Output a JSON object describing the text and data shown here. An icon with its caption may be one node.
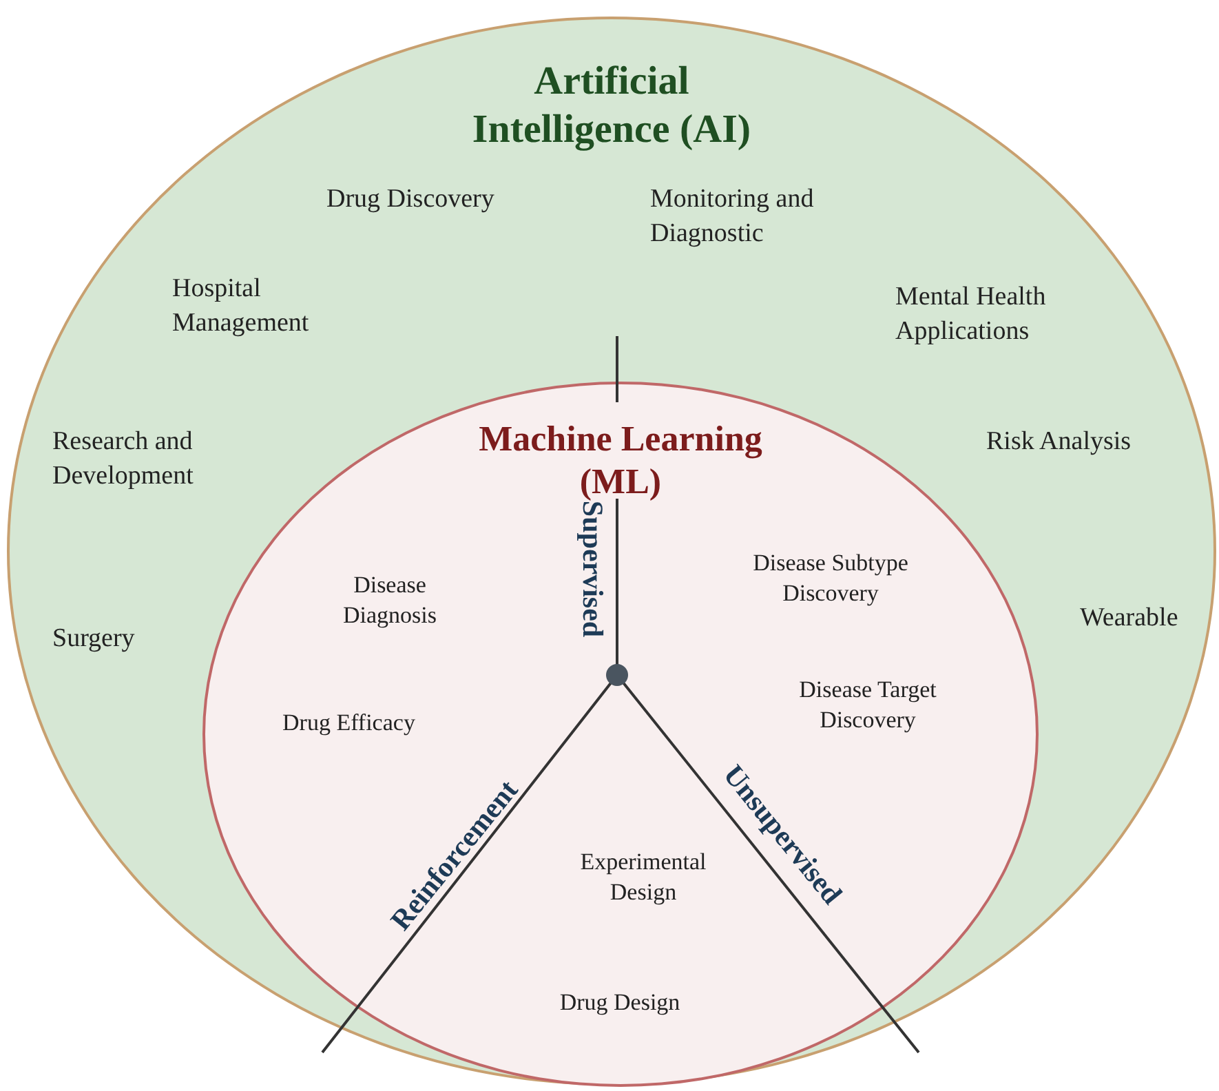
{
  "diagram": {
    "nodes": [
      {
        "text": [
          "Artificial Intelligence (AI)"
        ]
      },
      {
        "text": [
          "Machine Learning (ML)"
        ],
        "in": 0
      }
    ],
    "labels": [
      "Drug Discovery",
      "Monitoring and Diagnostic",
      "Hospital Management",
      "Mental Health Applications",
      "Research and Development",
      "Risk Analysis",
      "Supervised",
      "Disease Subtype Discovery",
      "Disease Diagnosis",
      "Surgery",
      "Wearable",
      "Disease Target Discovery",
      "Drug Efficacy",
      "Reinforcement",
      "Unsupervised",
      "Experimental Design",
      "Drug Design"
    ]
  }
}
